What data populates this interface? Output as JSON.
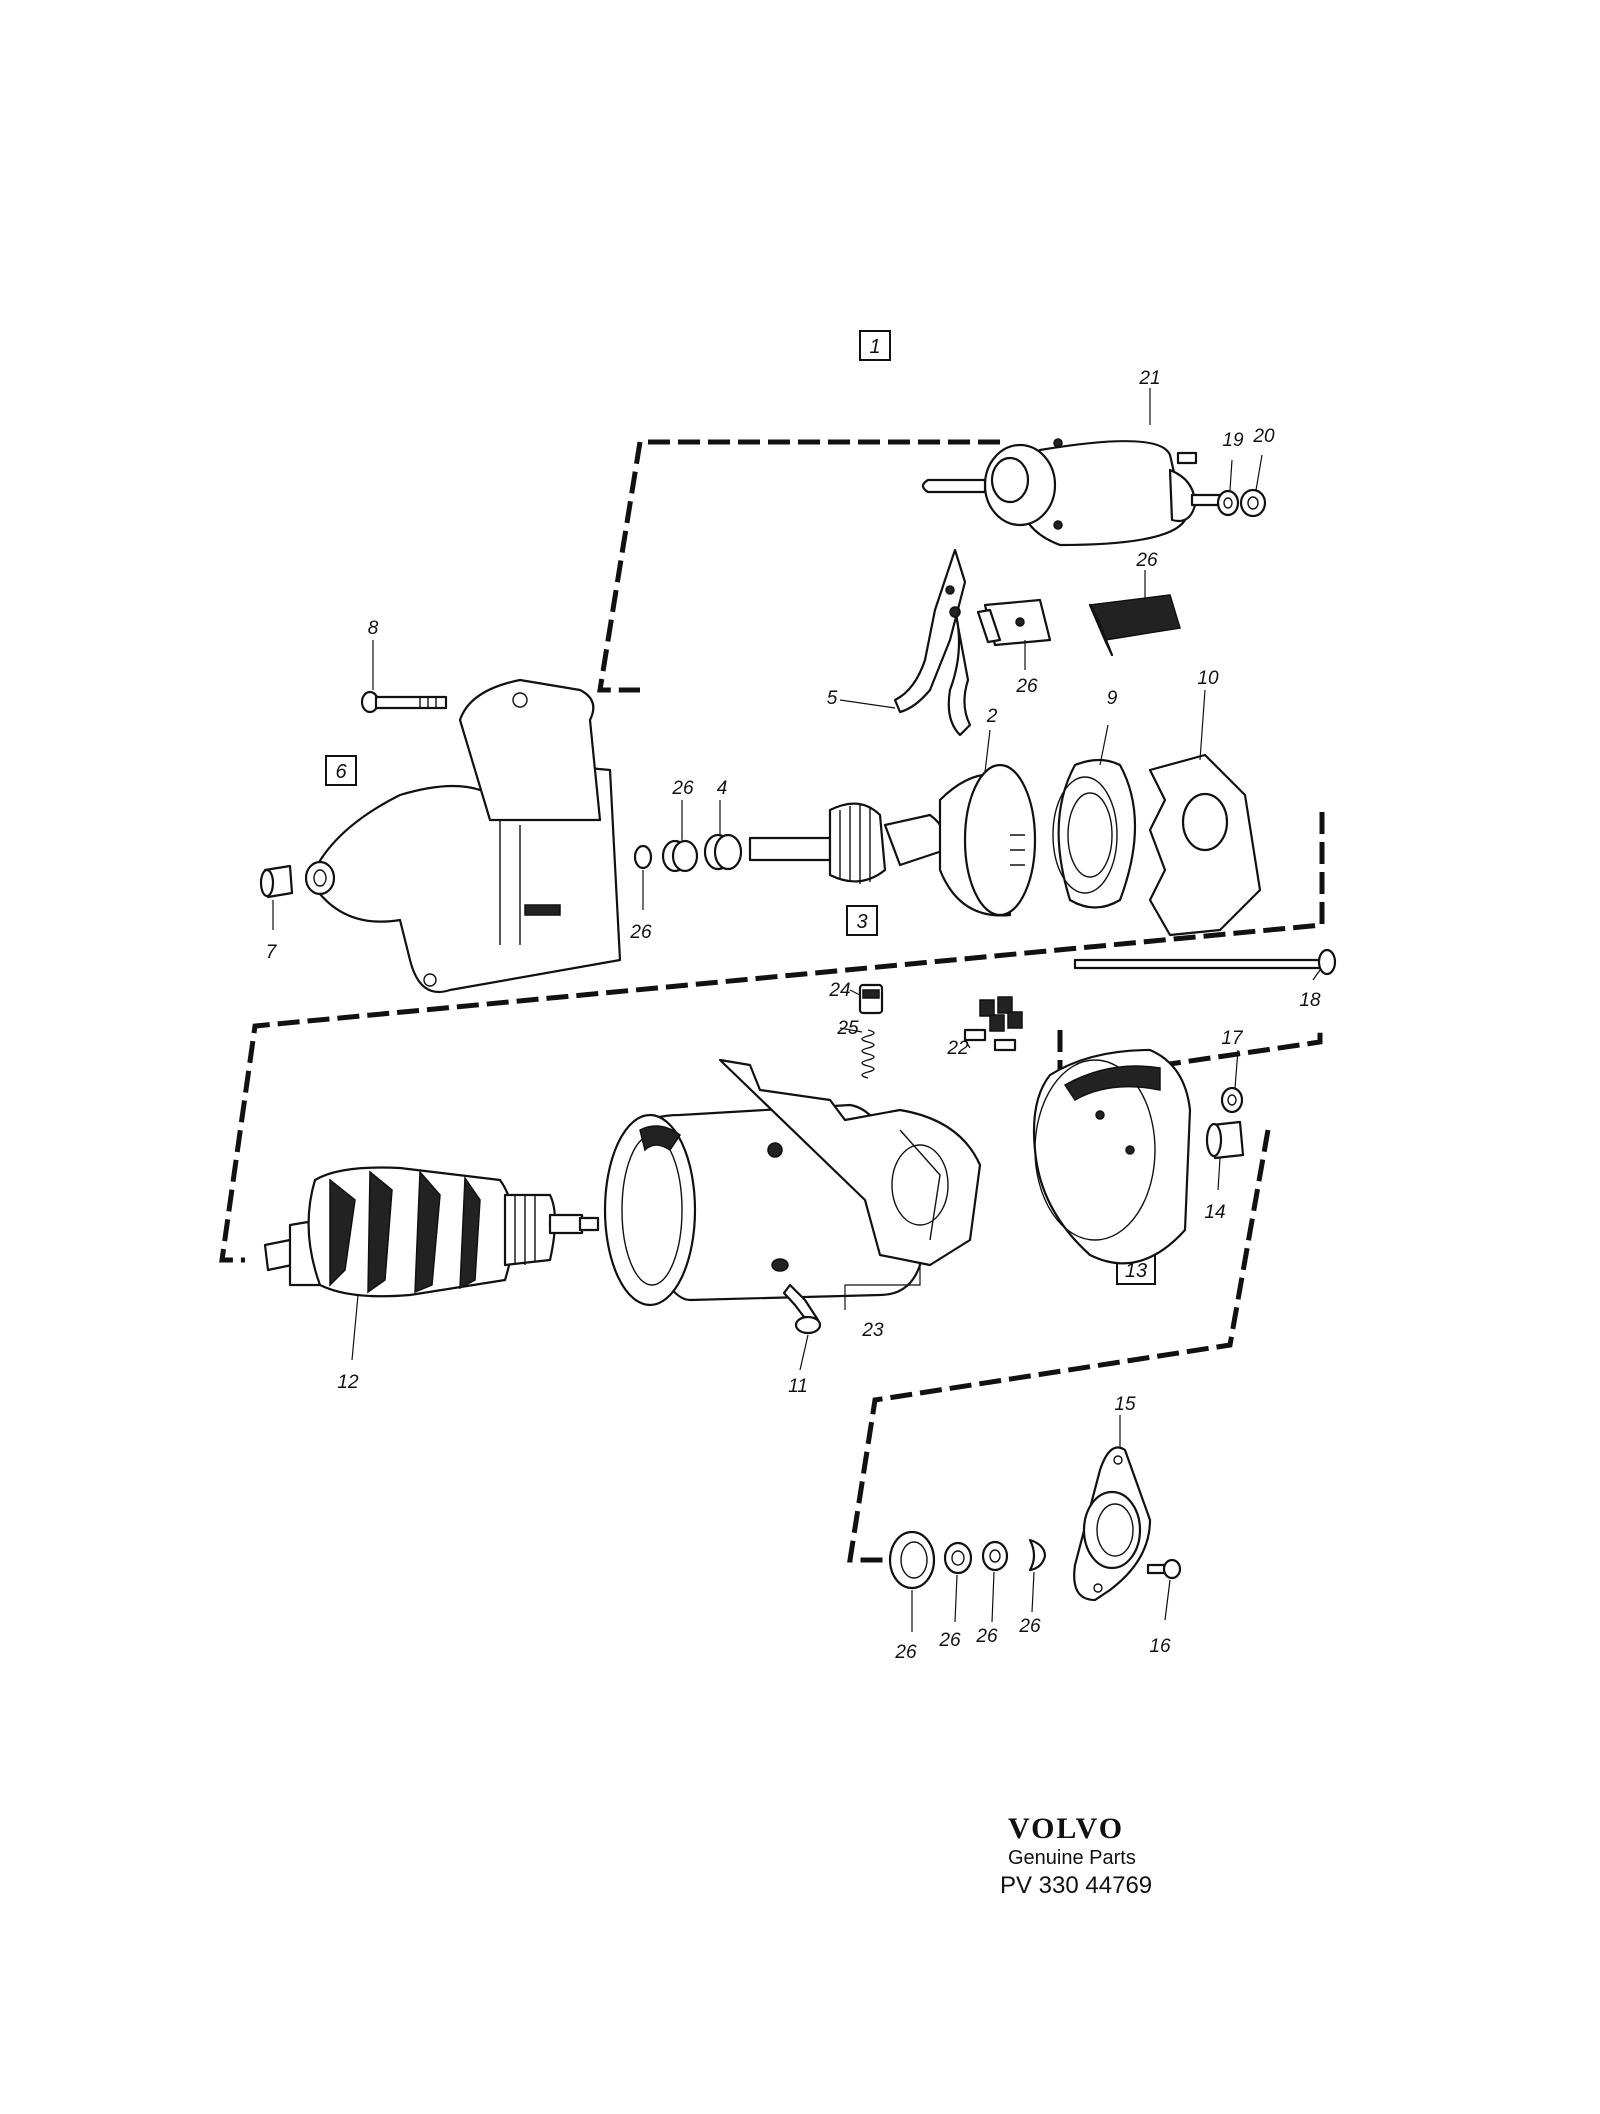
{
  "diagram": {
    "group_boxes": [
      {
        "id": "box-1",
        "text": "1"
      },
      {
        "id": "box-3",
        "text": "3"
      },
      {
        "id": "box-6",
        "text": "6"
      },
      {
        "id": "box-13",
        "text": "13"
      }
    ],
    "callouts": [
      {
        "id": "c-21",
        "text": "21"
      },
      {
        "id": "c-19",
        "text": "19"
      },
      {
        "id": "c-20",
        "text": "20"
      },
      {
        "id": "c-8",
        "text": "8"
      },
      {
        "id": "c-26a",
        "text": "26"
      },
      {
        "id": "c-26b",
        "text": "26"
      },
      {
        "id": "c-5",
        "text": "5"
      },
      {
        "id": "c-9",
        "text": "9"
      },
      {
        "id": "c-10",
        "text": "10"
      },
      {
        "id": "c-2",
        "text": "2"
      },
      {
        "id": "c-26c",
        "text": "26"
      },
      {
        "id": "c-4",
        "text": "4"
      },
      {
        "id": "c-26d",
        "text": "26"
      },
      {
        "id": "c-7",
        "text": "7"
      },
      {
        "id": "c-24",
        "text": "24"
      },
      {
        "id": "c-25",
        "text": "25"
      },
      {
        "id": "c-22",
        "text": "22"
      },
      {
        "id": "c-18",
        "text": "18"
      },
      {
        "id": "c-17",
        "text": "17"
      },
      {
        "id": "c-14",
        "text": "14"
      },
      {
        "id": "c-12",
        "text": "12"
      },
      {
        "id": "c-11",
        "text": "11"
      },
      {
        "id": "c-23",
        "text": "23"
      },
      {
        "id": "c-15",
        "text": "15"
      },
      {
        "id": "c-16",
        "text": "16"
      },
      {
        "id": "c-26e",
        "text": "26"
      },
      {
        "id": "c-26f",
        "text": "26"
      },
      {
        "id": "c-26g",
        "text": "26"
      },
      {
        "id": "c-26h",
        "text": "26"
      }
    ]
  },
  "footer": {
    "brand": "VOLVO",
    "subtitle": "Genuine Parts",
    "part_number": "PV 330  44769"
  }
}
